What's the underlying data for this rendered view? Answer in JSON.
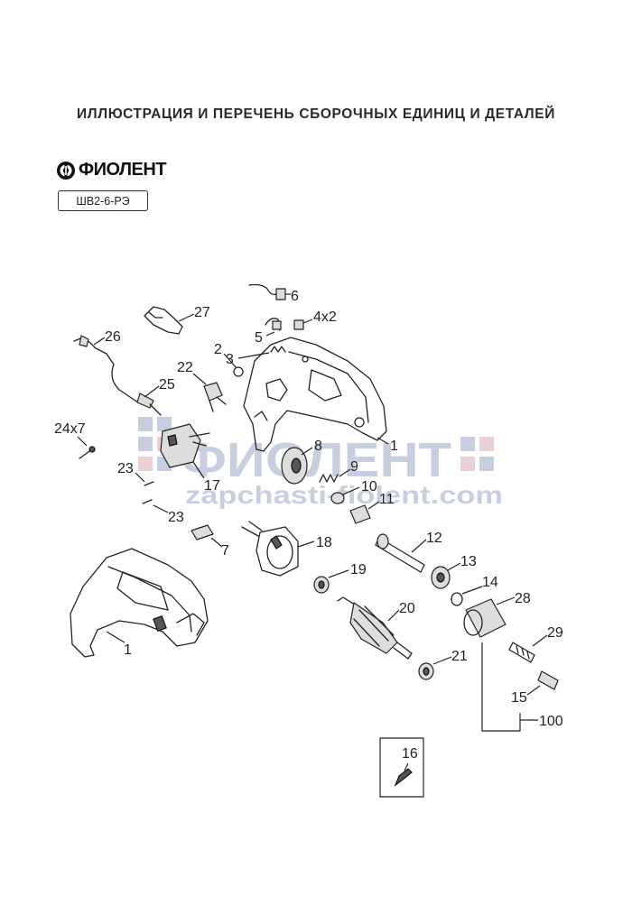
{
  "header": {
    "title": "ИЛЛЮСТРАЦИЯ И ПЕРЕЧЕНЬ СБОРОЧНЫХ ЕДИНИЦ И ДЕТАЛЕЙ"
  },
  "brand": {
    "name": "ФИОЛЕНТ",
    "model": "ШВ2-6-РЭ"
  },
  "watermark": {
    "line1": "ФИОЛЕНТ",
    "line2": "zapchasti-fiolent.com",
    "color": "#9aa7c6"
  },
  "callouts": {
    "c1a": "1",
    "c1b": "1",
    "c2": "2",
    "c3": "3",
    "c4x2": "4x2",
    "c5": "5",
    "c6": "6",
    "c7": "7",
    "c8": "8",
    "c9": "9",
    "c10": "10",
    "c11": "11",
    "c12": "12",
    "c13": "13",
    "c14": "14",
    "c15": "15",
    "c16": "16",
    "c17": "17",
    "c18": "18",
    "c19": "19",
    "c20": "20",
    "c21": "21",
    "c22": "22",
    "c23a": "23",
    "c23b": "23",
    "c24x7": "24x7",
    "c25": "25",
    "c26": "26",
    "c27": "27",
    "c28": "28",
    "c29": "29",
    "c100": "100"
  }
}
